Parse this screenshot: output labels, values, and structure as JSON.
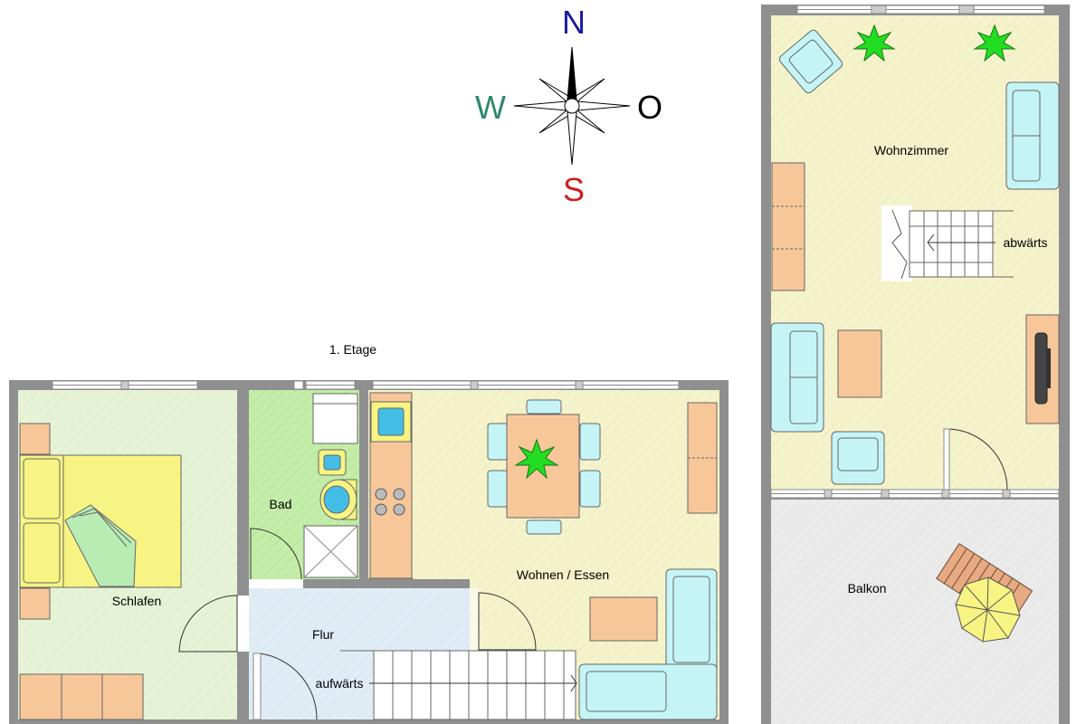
{
  "compass": {
    "north": "N",
    "south": "S",
    "west": "W",
    "east": "O",
    "colors": {
      "north": "#1a1aa6",
      "south": "#cc1f1f",
      "west": "#2e8a66",
      "east": "#000000"
    }
  },
  "floor_title": "1. Etage",
  "rooms": {
    "schlafen": "Schlafen",
    "bad": "Bad",
    "flur": "Flur",
    "wohnen_essen": "Wohnen / Essen",
    "wohnzimmer": "Wohnzimmer",
    "balkon": "Balkon"
  },
  "stairs": {
    "up": "aufwärts",
    "down": "abwärts"
  },
  "colors": {
    "wall": "#8f8f8f",
    "living": "#f5f3cc",
    "bedroom": "#e6f3d6",
    "bath": "#c3eda8",
    "hall": "#e1edf5",
    "balcony": "#ebebeb",
    "furniture_orange": "#f7c79a",
    "furniture_yellow": "#f7f483",
    "furniture_cyan": "#c5f4f6",
    "plant": "#22dd22"
  }
}
